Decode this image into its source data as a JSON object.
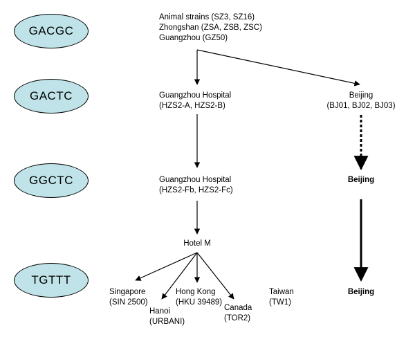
{
  "genotypes": [
    "GACGC",
    "GACTC",
    "GGCTC",
    "TGTTT"
  ],
  "origin": {
    "line1": "Animal strains (SZ3, SZ16)",
    "line2": "Zhongshan (ZSA, ZSB, ZSC)",
    "line3": "Guangzhou (GZ50)"
  },
  "hospital_a": {
    "line1": "Guangzhou Hospital",
    "line2": "(HZS2-A, HZS2-B)"
  },
  "beijing_1": {
    "line1": "Beijing",
    "line2": "(BJ01, BJ02, BJ03)"
  },
  "hospital_b": {
    "line1": "Guangzhou Hospital",
    "line2": "(HZS2-Fb, HZS2-Fc)"
  },
  "beijing_2": "Beijing",
  "hotel": "Hotel M",
  "singapore": {
    "line1": "Singapore",
    "line2": "(SIN 2500)"
  },
  "hanoi": {
    "line1": "Hanoi",
    "line2": "(URBANI)"
  },
  "hongkong": {
    "line1": "Hong Kong",
    "line2": "(HKU 39489)"
  },
  "canada": {
    "line1": "Canada",
    "line2": "(TOR2)"
  },
  "taiwan": {
    "line1": "Taiwan",
    "line2": "(TW1)"
  },
  "beijing_3": "Beijing"
}
